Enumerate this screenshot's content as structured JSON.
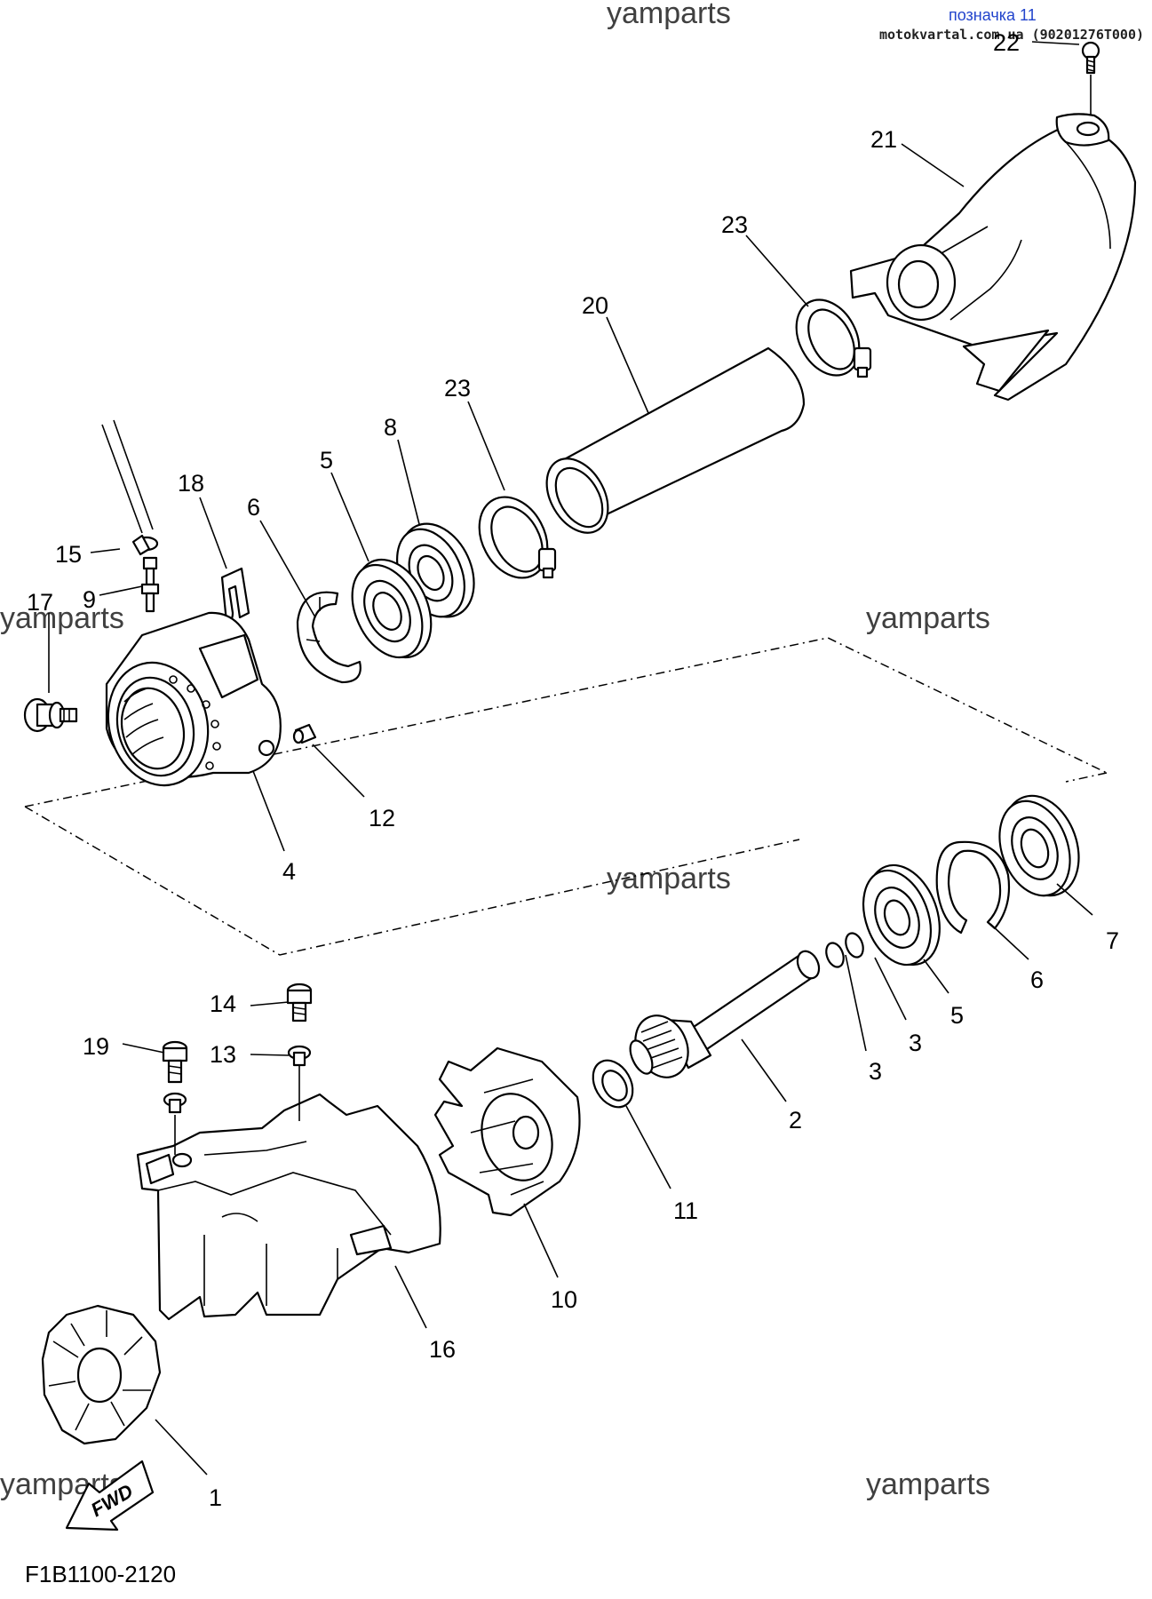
{
  "header": {
    "tag": "позначка 11",
    "site": "motokvartal.com.ua (90201276T000)"
  },
  "watermarks": [
    "yamparts",
    "yamparts",
    "yamparts",
    "yamparts",
    "yamparts",
    "yamparts"
  ],
  "fwd_label": "FWD",
  "diagram_code": "F1B1100-2120",
  "callouts": {
    "c1": "1",
    "c2": "2",
    "c3a": "3",
    "c3b": "3",
    "c4": "4",
    "c5a": "5",
    "c5b": "5",
    "c6a": "6",
    "c6b": "6",
    "c7": "7",
    "c8": "8",
    "c9": "9",
    "c10": "10",
    "c11": "11",
    "c12": "12",
    "c13": "13",
    "c14": "14",
    "c15": "15",
    "c16": "16",
    "c17": "17",
    "c18": "18",
    "c19": "19",
    "c20": "20",
    "c21": "21",
    "c22": "22",
    "c23a": "23",
    "c23b": "23"
  },
  "colors": {
    "line": "#000000",
    "tag": "#2244cc",
    "watermark": "#404040"
  }
}
